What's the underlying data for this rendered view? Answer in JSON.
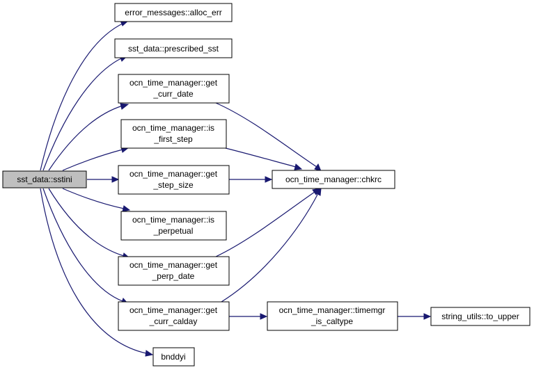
{
  "nodes": {
    "sstini": [
      "sst_data::sstini"
    ],
    "alloc_err": [
      "error_messages::alloc_err"
    ],
    "prescribed_sst": [
      "sst_data::prescribed_sst"
    ],
    "get_curr_date": [
      "ocn_time_manager::get",
      "_curr_date"
    ],
    "is_first_step": [
      "ocn_time_manager::is",
      "_first_step"
    ],
    "get_step_size": [
      "ocn_time_manager::get",
      "_step_size"
    ],
    "is_perpetual": [
      "ocn_time_manager::is",
      "_perpetual"
    ],
    "get_perp_date": [
      "ocn_time_manager::get",
      "_perp_date"
    ],
    "get_curr_calday": [
      "ocn_time_manager::get",
      "_curr_calday"
    ],
    "bnddyi": [
      "bnddyi"
    ],
    "chkrc": [
      "ocn_time_manager::chkrc"
    ],
    "timemgr_is_caltype": [
      "ocn_time_manager::timemgr",
      "_is_caltype"
    ],
    "to_upper": [
      "string_utils::to_upper"
    ]
  },
  "colors": {
    "edge": "#191970",
    "root_fill": "#bfbfbf",
    "node_fill": "#ffffff",
    "border": "#000000"
  }
}
